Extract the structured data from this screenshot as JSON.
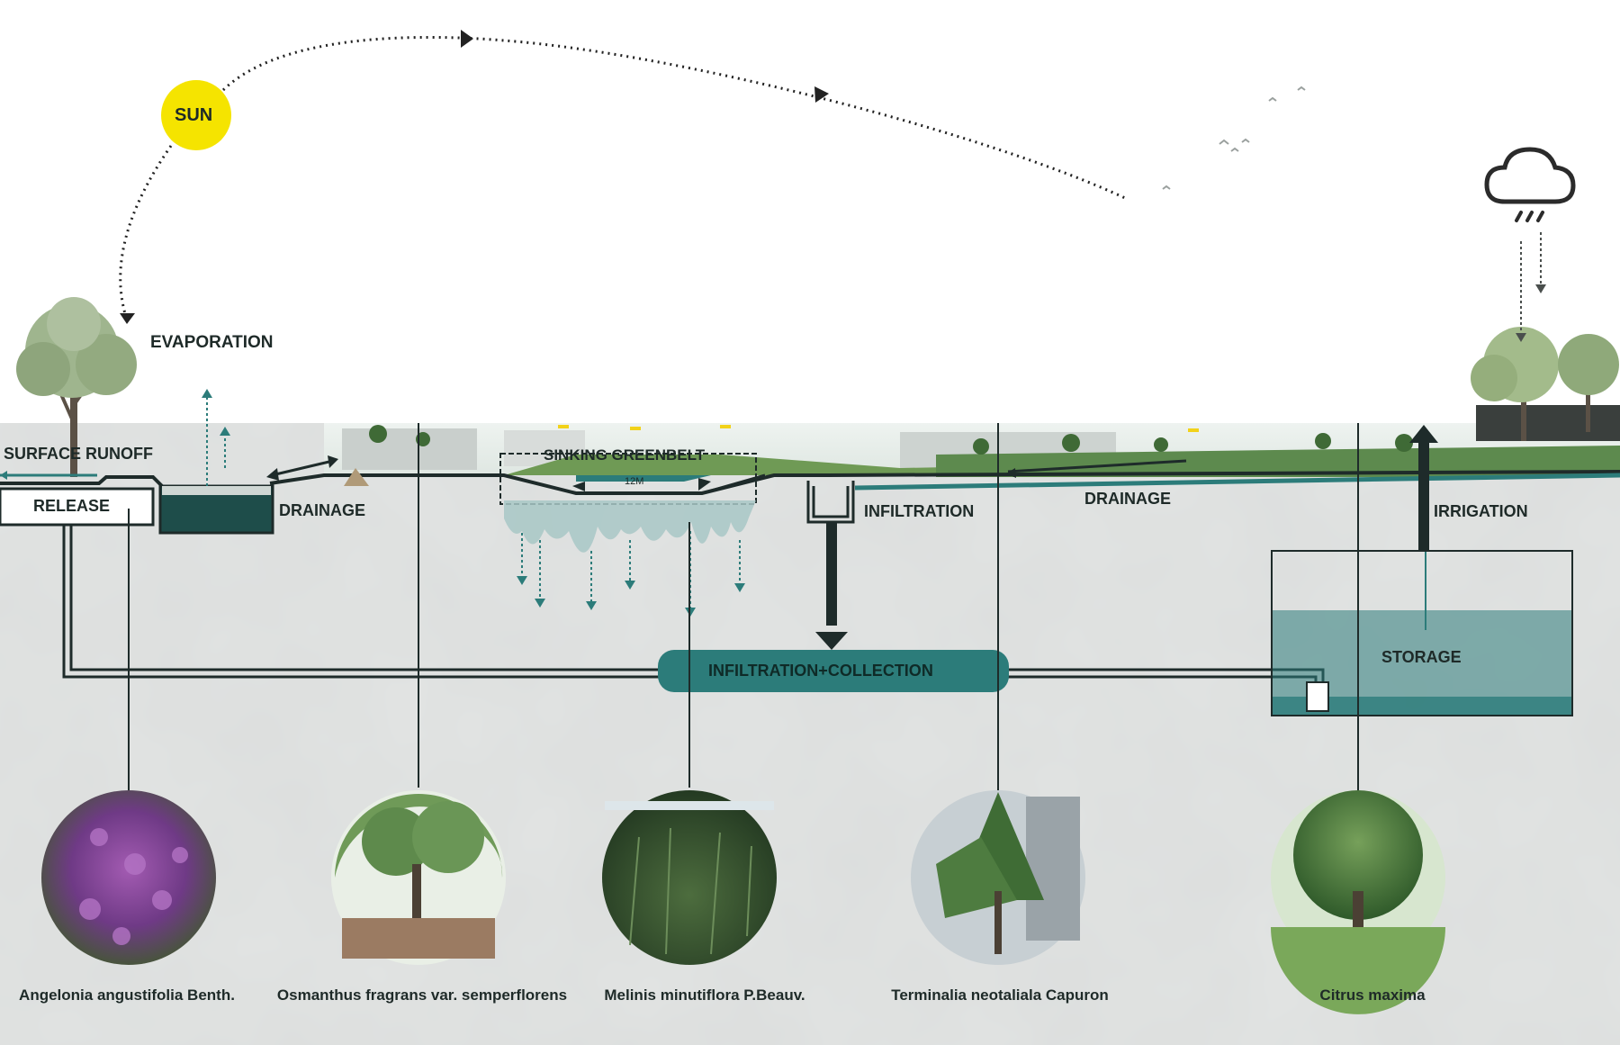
{
  "labels": {
    "sun": "SUN",
    "evaporation": "EVAPORATION",
    "surface_runoff": "SURFACE RUNOFF",
    "release": "RELEASE",
    "drainage_left": "DRAINAGE",
    "sinking_greenbelt": "SINKING GREENBELT",
    "width_marker": "12M",
    "infiltration": "INFILTRATION",
    "drainage_right": "DRAINAGE",
    "irrigation": "IRRIGATION",
    "infiltration_collection": "INFILTRATION+COLLECTION",
    "storage": "STORAGE"
  },
  "plants": [
    {
      "name": "Angelonia angustifolia Benth.",
      "photo": "purple-flowering-shrub"
    },
    {
      "name": "Osmanthus fragrans var. semperflorens",
      "photo": "broadleaf-tree"
    },
    {
      "name": "Melinis minutiflora P.Beauv.",
      "photo": "tall-grass"
    },
    {
      "name": "Terminalia neotaliala Capuron",
      "photo": "tiered-tree"
    },
    {
      "name": "Citrus maxima",
      "photo": "round-canopy-tree"
    }
  ],
  "icons": [
    "sun-icon",
    "rain-cloud-icon",
    "tree-left-icon",
    "tree-right-icon"
  ],
  "colors": {
    "teal": "#2c7c7a",
    "dark_teal": "#1b4d4b",
    "sun_yellow": "#f5e400",
    "pipe": "#1e2b2a",
    "ground": "#e1e3e2",
    "grass": "#5d8a4e"
  }
}
